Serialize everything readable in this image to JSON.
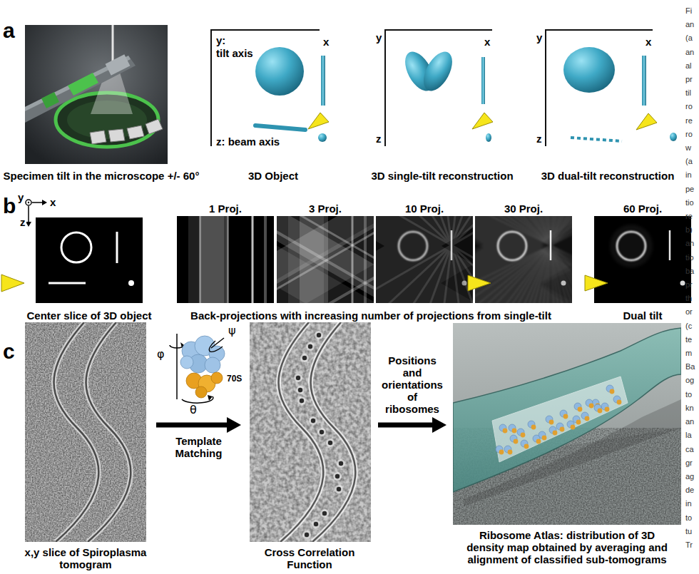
{
  "diagram": {
    "nodes": [
      {
        "text": [
          "x,y slice of Spiroplasma tomogram"
        ]
      },
      {
        "text": [
          "Cross Correlation Function"
        ]
      },
      {
        "text": [
          "Ribosome Atlas: distribution of 3D density map obtained by averaging and alignment of classified sub-tomograms"
        ]
      }
    ],
    "edges": [
      {
        "from": 0,
        "to": 1,
        "arrow": "to",
        "label": "Template Matching"
      },
      {
        "from": 1,
        "to": 2,
        "arrow": "to",
        "label": "Positions and orientations of ribosomes"
      }
    ],
    "labels": [
      "a",
      "Specimen tilt in the microscope +/- 60°",
      "y:",
      "tilt axis",
      "x",
      "z: beam axis",
      "3D Object",
      "y",
      "x",
      "z",
      "3D single-tilt reconstruction",
      "y",
      "x",
      "z",
      "3D dual-tilt reconstruction",
      "b",
      "y",
      "x",
      "z",
      "Center slice of 3D object",
      "1 Proj.",
      "3 Proj.",
      "10 Proj.",
      "30 Proj.",
      "60 Proj.",
      "Back-projections with increasing number of projections from single-tilt",
      "Dual tilt",
      "c",
      "φ",
      "ψ",
      "θ",
      "70S",
      "Fi an (a an al pr til ro re ro w (a in pe tio re b) an tio ba pr th or (c te m Ba og to kn an la ca gr ag de in to tu Tr"
    ]
  }
}
